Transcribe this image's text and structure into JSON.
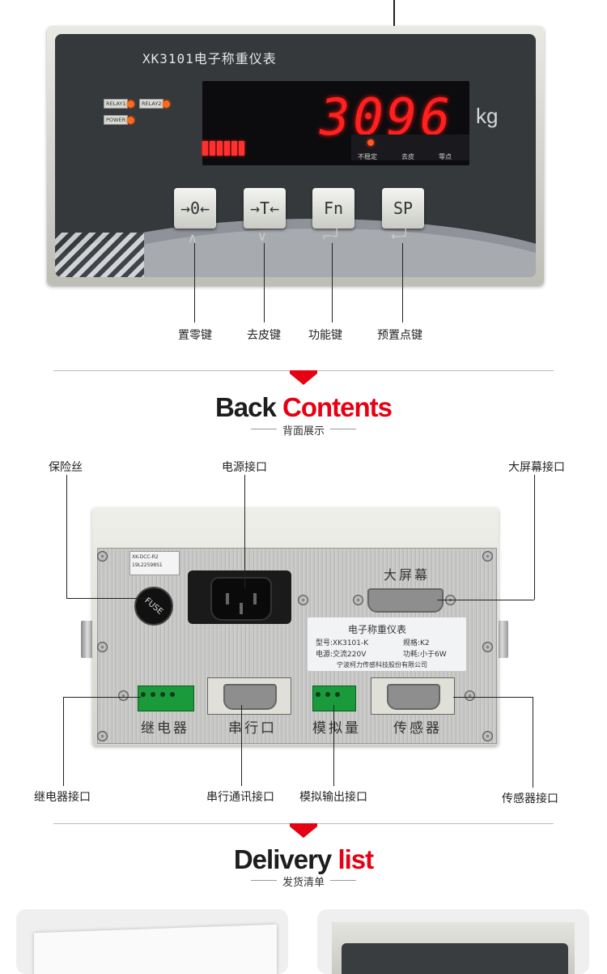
{
  "front": {
    "model_title": "XK3101电子称重仪表",
    "weight": "3096",
    "unit": "kg",
    "relay_labels": [
      "RELAY1",
      "RELAY2",
      "POWER"
    ],
    "status_labels": [
      "不稳定",
      "去皮",
      "零点"
    ],
    "keys": [
      {
        "label": "→0←",
        "symbol": "∧",
        "callout": "置零键"
      },
      {
        "label": "→T←",
        "symbol": "∨",
        "callout": "去皮键"
      },
      {
        "label": "Fn",
        "symbol": "⌐┘",
        "callout": "功能键"
      },
      {
        "label": "SP",
        "symbol": "←┘",
        "callout": "预置点键"
      }
    ],
    "colors": {
      "display_red": "#ff2020",
      "accent": "#e60012"
    }
  },
  "back_section": {
    "heading_dark": "Back",
    "heading_red": "Contents",
    "subtitle": "背面展示"
  },
  "back": {
    "callouts_top": {
      "fuse": "保险丝",
      "power": "电源接口",
      "big_screen": "大屏幕接口"
    },
    "callouts_bottom": {
      "relay": "继电器接口",
      "serial": "串行通讯接口",
      "analog": "模拟输出接口",
      "sensor": "传感器接口"
    },
    "panel_labels": {
      "big_screen": "大屏幕",
      "relay": "继电器",
      "serial": "串行口",
      "analog": "模拟量",
      "sensor": "传感器"
    },
    "fuse_text": "FUSE",
    "sticker_lines": [
      "XK-DCC-R2",
      "19L22598S1"
    ],
    "spec": {
      "title": "电子称重仪表",
      "model": "型号:XK3101-K",
      "size": "规格:K2",
      "power": "电源:交流220V",
      "consumption": "功耗:小于6W",
      "company": "宁波柯力传感科技股份有限公司"
    }
  },
  "delivery_section": {
    "heading_dark": "Delivery",
    "heading_red": "list",
    "subtitle": "发货清单"
  }
}
